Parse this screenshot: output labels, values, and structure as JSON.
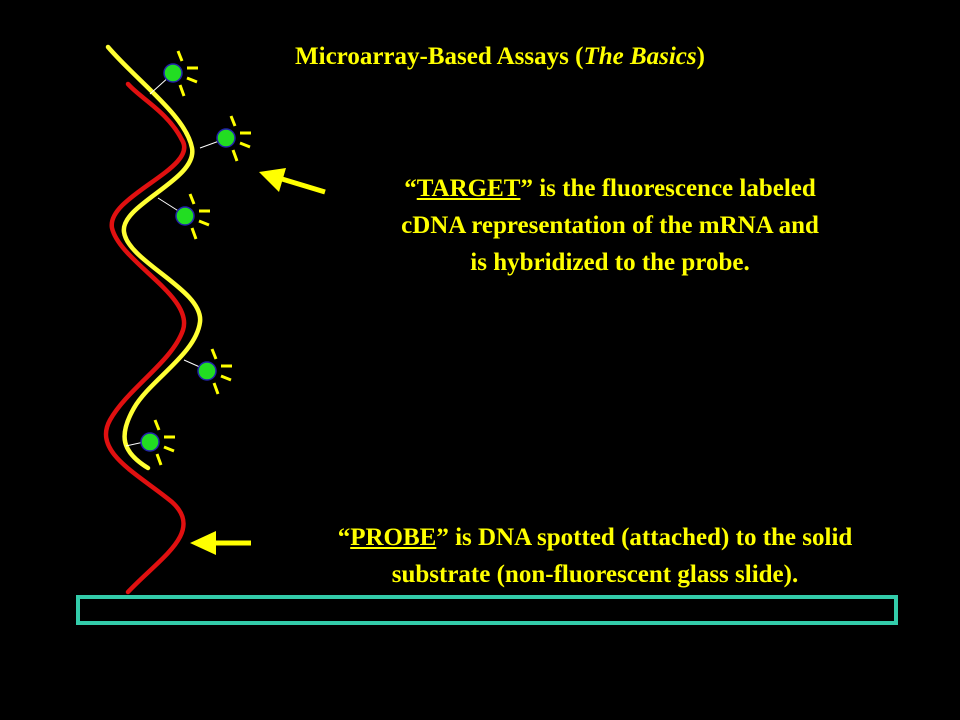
{
  "title": {
    "main": "Microarray-Based Assays (",
    "italic": "The Basics",
    "close": ")"
  },
  "target_caption": {
    "open_quote": "“",
    "term": "TARGET",
    "line1_rest": "” is the fluorescence labeled",
    "line2": "cDNA representation of the mRNA and",
    "line3": "is hybridized to the probe."
  },
  "probe_caption": {
    "open_quote": "“",
    "term": "PROBE",
    "line1_rest": "” is DNA spotted (attached) to the solid",
    "line2": "substrate (non-fluorescent glass slide)."
  },
  "colors": {
    "background": "#000000",
    "text": "#ffff00",
    "target_strand": "#ffff33",
    "probe_strand": "#e01010",
    "fluor_label": "#22dd22",
    "slide_border": "#33ccaa",
    "pointer_arrow": "#ffff00"
  },
  "icons": {
    "fluor_label": "green-fluorescent-dot-with-rays",
    "pointer": "left-arrow"
  }
}
